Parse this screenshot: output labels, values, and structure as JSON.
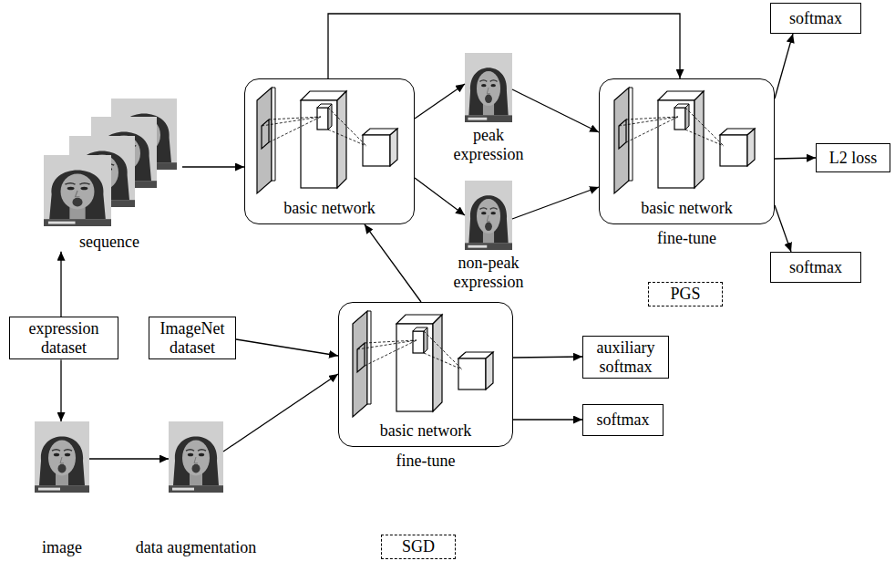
{
  "diagram": {
    "nodes": [
      {
        "text": [
          "sequence"
        ]
      },
      {
        "text": [
          "basic network"
        ]
      },
      {
        "text": [
          "peak expression"
        ]
      },
      {
        "text": [
          "non-peak expression"
        ]
      },
      {
        "text": [
          "basic network",
          "fine-tune"
        ]
      },
      {
        "text": [
          "softmax"
        ]
      },
      {
        "text": [
          "L2 loss"
        ]
      },
      {
        "text": [
          "softmax"
        ]
      },
      {
        "text": [
          "PGS"
        ]
      },
      {
        "text": [
          "expression dataset"
        ]
      },
      {
        "text": [
          "ImageNet dataset"
        ]
      },
      {
        "text": [
          "basic network",
          "fine-tune"
        ]
      },
      {
        "text": [
          "auxiliary softmax"
        ]
      },
      {
        "text": [
          "softmax"
        ]
      },
      {
        "text": [
          "image"
        ]
      },
      {
        "text": [
          "data augmentation"
        ]
      },
      {
        "text": [
          "SGD"
        ]
      }
    ],
    "edges": [
      {
        "from": 9,
        "to": 0,
        "arrow": "to"
      },
      {
        "from": 0,
        "to": 1,
        "arrow": "to"
      },
      {
        "from": 1,
        "to": 2,
        "arrow": "to"
      },
      {
        "from": 1,
        "to": 3,
        "arrow": "to"
      },
      {
        "from": 2,
        "to": 4,
        "arrow": "to"
      },
      {
        "from": 3,
        "to": 4,
        "arrow": "to"
      },
      {
        "from": 1,
        "to": 4,
        "arrow": "to"
      },
      {
        "from": 4,
        "to": 5,
        "arrow": "to"
      },
      {
        "from": 4,
        "to": 6,
        "arrow": "to"
      },
      {
        "from": 4,
        "to": 7,
        "arrow": "to"
      },
      {
        "from": 9,
        "to": 14,
        "arrow": "to"
      },
      {
        "from": 14,
        "to": 15,
        "arrow": "to"
      },
      {
        "from": 15,
        "to": 11,
        "arrow": "to"
      },
      {
        "from": 10,
        "to": 11,
        "arrow": "to"
      },
      {
        "from": 11,
        "to": 1,
        "arrow": "to"
      },
      {
        "from": 11,
        "to": 12,
        "arrow": "to"
      },
      {
        "from": 11,
        "to": 13,
        "arrow": "to"
      }
    ]
  }
}
